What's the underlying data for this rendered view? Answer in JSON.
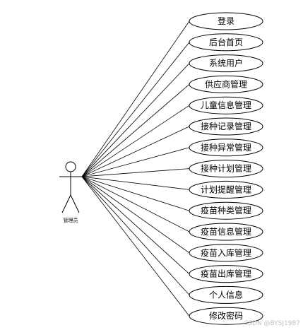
{
  "actor": {
    "label": "管理员"
  },
  "use_cases": [
    {
      "label": "登录"
    },
    {
      "label": "后台首页"
    },
    {
      "label": "系统用户"
    },
    {
      "label": "供应商管理"
    },
    {
      "label": "儿童信息管理"
    },
    {
      "label": "接种记录管理"
    },
    {
      "label": "接种异常管理"
    },
    {
      "label": "接种计划管理"
    },
    {
      "label": "计划提醒管理"
    },
    {
      "label": "疫苗种类管理"
    },
    {
      "label": "疫苗信息管理"
    },
    {
      "label": "疫苗入库管理"
    },
    {
      "label": "疫苗出库管理"
    },
    {
      "label": "个人信息"
    },
    {
      "label": "修改密码"
    }
  ],
  "watermark": {
    "text": "CSDN @BYSJ1987"
  },
  "colors": {
    "stroke": "#000000",
    "fill": "#ffffff",
    "watermark": "#c2c2c2"
  }
}
